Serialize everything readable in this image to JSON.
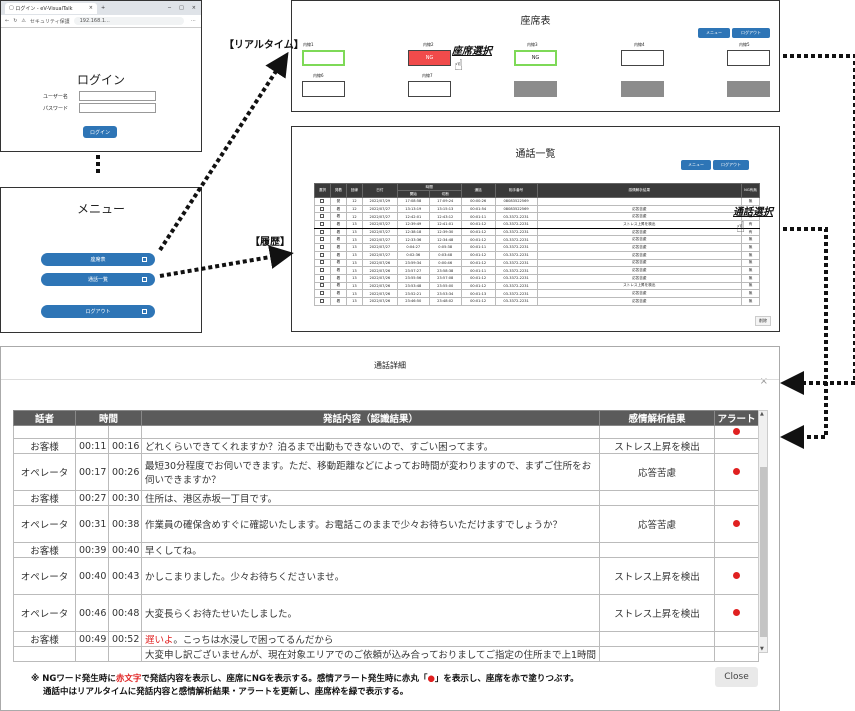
{
  "login": {
    "tab_label": "ログイン - eV-VisualTalk",
    "security_label": "セキュリティ保護",
    "url": "192.168.1...",
    "title": "ログイン",
    "username_label": "ユーザー名",
    "password_label": "パスワード",
    "login_button": "ログイン"
  },
  "menu": {
    "title": "メニュー",
    "seat_button": "座席表",
    "calllist_button": "通話一覧",
    "logout_button": "ログアウト"
  },
  "annotations": {
    "realtime": "【リアルタイム】",
    "history": "【履歴】",
    "seat_select": "座席選択",
    "call_select": "通話選択"
  },
  "seat": {
    "title": "座席表",
    "menu_button": "メニュー",
    "logout_button": "ログアウト",
    "seats": [
      {
        "label": "内線1",
        "text": "",
        "state": "green"
      },
      {
        "label": "内線2",
        "text": "NG",
        "state": "red"
      },
      {
        "label": "内線3",
        "text": "NG",
        "state": "green"
      },
      {
        "label": "内線4",
        "text": "",
        "state": "normal"
      },
      {
        "label": "内線5",
        "text": "",
        "state": "normal"
      },
      {
        "label": "内線6",
        "text": "",
        "state": "normal"
      },
      {
        "label": "内線7",
        "text": "",
        "state": "normal"
      },
      {
        "label": "",
        "text": "",
        "state": "gray"
      },
      {
        "label": "",
        "text": "",
        "state": "gray"
      },
      {
        "label": "",
        "text": "",
        "state": "gray"
      }
    ]
  },
  "calllist": {
    "title": "通話一覧",
    "menu_button": "メニュー",
    "logout_button": "ログアウト",
    "headers": {
      "select": "選択",
      "status": "発着",
      "seq": "回線",
      "date": "日付",
      "time_group": "時間",
      "start": "開始",
      "end": "切断",
      "duration": "通話",
      "phone": "相手番号",
      "emotion": "感情解析結果",
      "ng": "NG有無"
    },
    "rows": [
      [
        "",
        "発",
        "12",
        "2022/07/29",
        "17:08:58",
        "17:09:24",
        "00:00:26",
        "08083522569",
        "",
        "無"
      ],
      [
        "",
        "着",
        "12",
        "2022/07/27",
        "13:13:19",
        "13:15:13",
        "00:01:54",
        "08083522569",
        "応答苦慮",
        "有"
      ],
      [
        "",
        "着",
        "12",
        "2022/07/27",
        "12:42:01",
        "12:43:12",
        "00:01:11",
        "03-3372-2231",
        "応答苦慮",
        "無"
      ],
      [
        "",
        "着",
        "13",
        "2022/07/27",
        "12:39:49",
        "12:41:01",
        "00:01:12",
        "03-3372-2231",
        "ストレス上昇を検出",
        "有"
      ],
      [
        "",
        "着",
        "13",
        "2022/07/27",
        "12:38:18",
        "12:39:30",
        "00:01:12",
        "03-3372-2231",
        "応答苦慮",
        "有"
      ],
      [
        "",
        "着",
        "13",
        "2022/07/27",
        "12:33:36",
        "12:34:48",
        "00:01:12",
        "03-3372-2231",
        "応答苦慮",
        "無"
      ],
      [
        "",
        "着",
        "13",
        "2022/07/27",
        "0:04:27",
        "0:05:38",
        "00:01:11",
        "03-3372-2231",
        "応答苦慮",
        "無"
      ],
      [
        "",
        "着",
        "13",
        "2022/07/27",
        "0:02:36",
        "0:03:48",
        "00:01:12",
        "03-3372-2231",
        "応答苦慮",
        "無"
      ],
      [
        "",
        "着",
        "13",
        "2022/07/26",
        "23:59:34",
        "0:00:46",
        "00:01:12",
        "03-3372-2231",
        "応答苦慮",
        "無"
      ],
      [
        "",
        "着",
        "13",
        "2022/07/26",
        "23:57:27",
        "23:58:38",
        "00:01:11",
        "03-3372-2231",
        "応答苦慮",
        "無"
      ],
      [
        "",
        "着",
        "13",
        "2022/07/26",
        "23:55:56",
        "23:57:08",
        "00:01:12",
        "03-3372-2231",
        "応答苦慮",
        "無"
      ],
      [
        "",
        "着",
        "13",
        "2022/07/26",
        "23:53:48",
        "23:55:00",
        "00:01:12",
        "03-3372-2231",
        "ストレス上昇を検出",
        "無"
      ],
      [
        "",
        "着",
        "13",
        "2022/07/26",
        "23:52:21",
        "23:53:34",
        "00:01:13",
        "03-3372-2231",
        "応答苦慮",
        "無"
      ],
      [
        "",
        "着",
        "13",
        "2022/07/26",
        "23:46:50",
        "23:48:02",
        "00:01:12",
        "03-3372-2231",
        "応答苦慮",
        "無"
      ]
    ],
    "footer_button": "削除"
  },
  "detail": {
    "title": "通話詳細",
    "close_x": "×",
    "headers": {
      "speaker": "話者",
      "time": "時間",
      "content": "発話内容（認識結果）",
      "emotion": "感情解析結果",
      "alert": "アラート"
    },
    "rows": [
      {
        "speaker": "",
        "t1": "",
        "t2": "",
        "content": "",
        "ng": "",
        "rest": "",
        "emotion": "",
        "alert": true,
        "h": 13
      },
      {
        "speaker": "お客様",
        "t1": "00:11",
        "t2": "00:16",
        "content": "どれくらいできてくれますか？泊るまで出動もできないので、すごい困ってます。",
        "ng": "",
        "rest": "",
        "emotion": "ストレス上昇を検出",
        "alert": false,
        "h": 14
      },
      {
        "speaker": "オペレータ",
        "t1": "00:17",
        "t2": "00:26",
        "content": "最短30分程度でお伺いできます。ただ、移動距離などによってお時間が変わりますので、まずご住所をお伺いできますか？",
        "ng": "",
        "rest": "",
        "emotion": "応答苦慮",
        "alert": true,
        "h": 37
      },
      {
        "speaker": "お客様",
        "t1": "00:27",
        "t2": "00:30",
        "content": "住所は、港区赤坂一丁目です。",
        "ng": "",
        "rest": "",
        "emotion": "",
        "alert": false,
        "h": 14
      },
      {
        "speaker": "オペレータ",
        "t1": "00:31",
        "t2": "00:38",
        "content": "作業員の確保含めすぐに確認いたします。お電話このままで少々お待ちいただけますでしょうか？",
        "ng": "",
        "rest": "",
        "emotion": "応答苦慮",
        "alert": true,
        "h": 37
      },
      {
        "speaker": "お客様",
        "t1": "00:39",
        "t2": "00:40",
        "content": "早くしてね。",
        "ng": "",
        "rest": "",
        "emotion": "",
        "alert": false,
        "h": 14
      },
      {
        "speaker": "オペレータ",
        "t1": "00:40",
        "t2": "00:43",
        "content": "かしこまりました。少々お待ちくださいませ。",
        "ng": "",
        "rest": "",
        "emotion": "ストレス上昇を検出",
        "alert": true,
        "h": 37
      },
      {
        "speaker": "オペレータ",
        "t1": "00:46",
        "t2": "00:48",
        "content": "大変長らくお待たせいたしました。",
        "ng": "",
        "rest": "",
        "emotion": "ストレス上昇を検出",
        "alert": true,
        "h": 37
      },
      {
        "speaker": "お客様",
        "t1": "00:49",
        "t2": "00:52",
        "content": "",
        "ng": "遅いよ",
        "rest": "。こっちは水浸しで困ってるんだから",
        "emotion": "",
        "alert": false,
        "h": 14
      },
      {
        "speaker": "",
        "t1": "",
        "t2": "",
        "content": "大変申し訳ございませんが、現在対象エリアでのご依頼が込み合っておりましてご指定の住所まで上1時間",
        "ng": "",
        "rest": "",
        "emotion": "",
        "alert": false,
        "h": 11
      }
    ],
    "note_prefix": "※ NGワード発生時に",
    "note_red": "赤文字",
    "note_mid": "で発話内容を表示し、座席にNGを表示する。感情アラート発生時に赤丸「",
    "note_dot": "●",
    "note_end": "」を表示し、座席を赤で塗りつぶす。",
    "note_line2": "通話中はリアルタイムに発話内容と感情解析結果・アラートを更新し、座席枠を緑で表示する。",
    "close_button": "Close"
  }
}
